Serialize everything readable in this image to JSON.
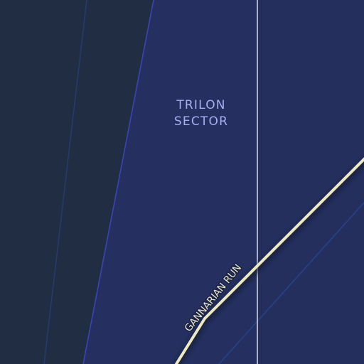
{
  "map": {
    "sector": {
      "name_line1": "TRILON",
      "name_line2": "SECTOR"
    },
    "route": {
      "name": "GANNARIAN RUN"
    },
    "colors": {
      "background_outer": "#212d43",
      "sector_fill": "#253060",
      "sector_fill_alt": "#262f5e",
      "sector_border": "#3b43b8",
      "faint_grid_line": "#243c6e",
      "meridian_line": "#c4c7d8",
      "route_line": "#ece9c2",
      "route_shadow": "#141a33",
      "secondary_route": "#23438a",
      "sector_label": "#a9aef0",
      "route_label": "#e8e7cf"
    }
  }
}
